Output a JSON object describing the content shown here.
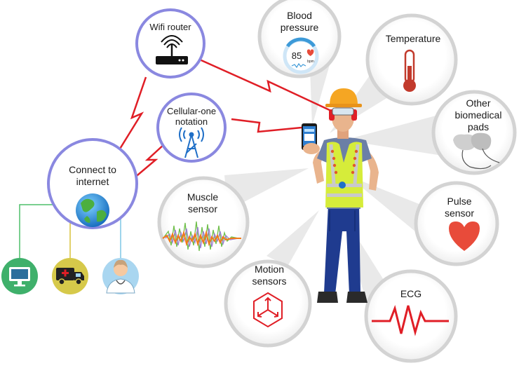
{
  "network": {
    "wifi_router": "Wifi router",
    "cellular": [
      "Cellular-one",
      "notation"
    ],
    "internet": [
      "Connect to",
      "internet"
    ]
  },
  "sensors": {
    "blood_pressure": [
      "Blood",
      "pressure"
    ],
    "blood_pressure_reading": "85",
    "blood_pressure_unit": "bpm",
    "temperature": "Temperature",
    "biomedical_pads": [
      "Other",
      "biomedical",
      "pads"
    ],
    "pulse": [
      "Pulse",
      "sensor"
    ],
    "ecg": "ECG",
    "motion": [
      "Motion",
      "sensors"
    ],
    "muscle": [
      "Muscle",
      "sensor"
    ]
  },
  "endpoints": [
    "computer-monitor",
    "ambulance",
    "doctor"
  ],
  "colors": {
    "ring_blue": "#8a88e0",
    "bubble_fill": "#ffffff",
    "gray_ring": "#d3d3d3",
    "signal_red": "#e01e26",
    "heart_red": "#e84b3a",
    "vest_yellow": "#d6ec3a",
    "pants_blue": "#1f3b8f",
    "hardhat": "#f5a623",
    "line_green": "#4fbf6a",
    "line_yellow": "#d9c23a",
    "line_blue": "#7ec7e6"
  }
}
